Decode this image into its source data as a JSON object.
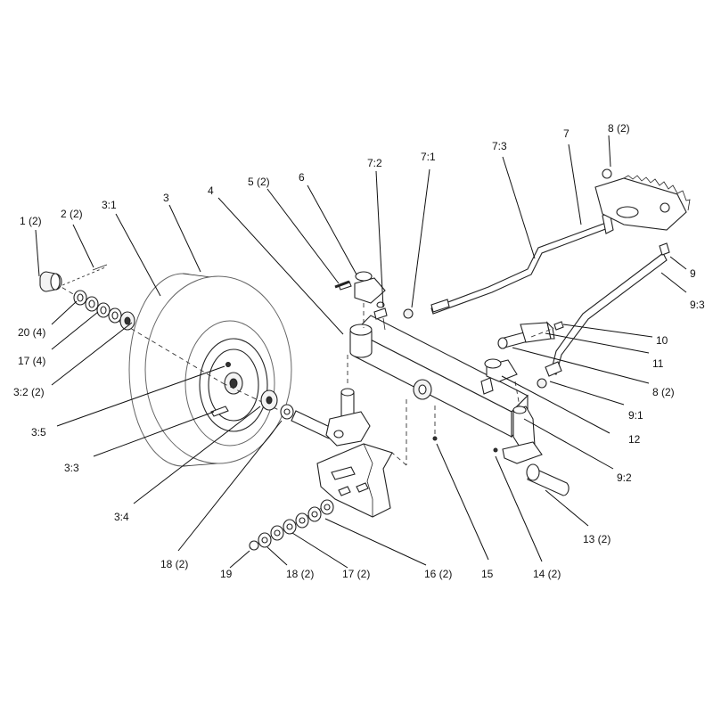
{
  "callouts": [
    {
      "id": "c1",
      "text": "1 (2)"
    },
    {
      "id": "c2",
      "text": "2 (2)"
    },
    {
      "id": "c31",
      "text": "3:1"
    },
    {
      "id": "c3",
      "text": "3"
    },
    {
      "id": "c4",
      "text": "4"
    },
    {
      "id": "c5",
      "text": "5 (2)"
    },
    {
      "id": "c6",
      "text": "6"
    },
    {
      "id": "c72",
      "text": "7:2"
    },
    {
      "id": "c71",
      "text": "7:1"
    },
    {
      "id": "c73",
      "text": "7:3"
    },
    {
      "id": "c7",
      "text": "7"
    },
    {
      "id": "c8a",
      "text": "8 (2)"
    },
    {
      "id": "c9",
      "text": "9"
    },
    {
      "id": "c93",
      "text": "9:3"
    },
    {
      "id": "c10",
      "text": "10"
    },
    {
      "id": "c11",
      "text": "11"
    },
    {
      "id": "c8b",
      "text": "8 (2)"
    },
    {
      "id": "c91",
      "text": "9:1"
    },
    {
      "id": "c12",
      "text": "12"
    },
    {
      "id": "c92",
      "text": "9:2"
    },
    {
      "id": "c13",
      "text": "13 (2)"
    },
    {
      "id": "c14",
      "text": "14 (2)"
    },
    {
      "id": "c15",
      "text": "15"
    },
    {
      "id": "c16",
      "text": "16 (2)"
    },
    {
      "id": "c17b",
      "text": "17 (2)"
    },
    {
      "id": "c18b",
      "text": "18 (2)"
    },
    {
      "id": "c19",
      "text": "19"
    },
    {
      "id": "c18a",
      "text": "18 (2)"
    },
    {
      "id": "c34",
      "text": "3:4"
    },
    {
      "id": "c33",
      "text": "3:3"
    },
    {
      "id": "c35",
      "text": "3:5"
    },
    {
      "id": "c32",
      "text": "3:2 (2)"
    },
    {
      "id": "c17a",
      "text": "17 (4)"
    },
    {
      "id": "c20",
      "text": "20 (4)"
    }
  ]
}
